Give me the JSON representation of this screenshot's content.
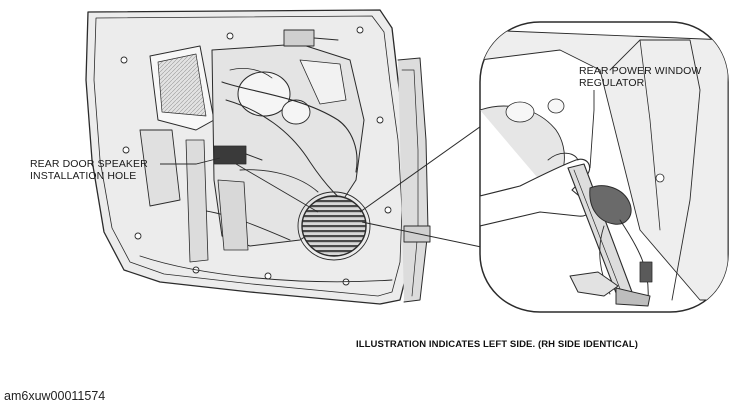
{
  "callouts": {
    "speaker_hole": "REAR DOOR  SPEAKER\nINSTALLATION HOLE",
    "window_regulator": "REAR POWER WINDOW\nREGULATOR"
  },
  "caption": "ILLUSTRATION INDICATES LEFT SIDE. (RH SIDE IDENTICAL)",
  "image_id": "am6xuw00011574",
  "colors": {
    "panel_fill": "#ececec",
    "panel_shade": "#cfcfcf",
    "line": "#2b2b2b",
    "background": "#ffffff"
  }
}
